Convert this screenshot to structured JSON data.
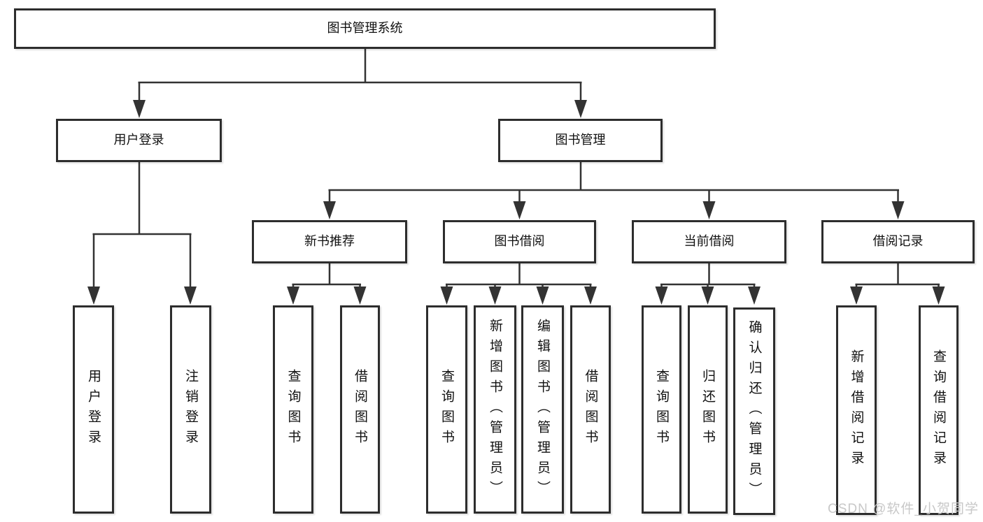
{
  "tree": {
    "root": {
      "label": "图书管理系统",
      "children": [
        {
          "label": "用户登录",
          "children": [
            {
              "label": "用户登录"
            },
            {
              "label": "注销登录"
            }
          ]
        },
        {
          "label": "图书管理",
          "children": [
            {
              "label": "新书推荐",
              "children": [
                {
                  "label": "查询图书"
                },
                {
                  "label": "借阅图书"
                }
              ]
            },
            {
              "label": "图书借阅",
              "children": [
                {
                  "label": "查询图书"
                },
                {
                  "label": "新增图书（管理员）"
                },
                {
                  "label": "编辑图书（管理员）"
                },
                {
                  "label": "借阅图书"
                }
              ]
            },
            {
              "label": "当前借阅",
              "children": [
                {
                  "label": "查询图书"
                },
                {
                  "label": "归还图书"
                },
                {
                  "label": "确认归还（管理员）"
                }
              ]
            },
            {
              "label": "借阅记录",
              "children": [
                {
                  "label": "新增借阅记录"
                },
                {
                  "label": "查询借阅记录"
                }
              ]
            }
          ]
        }
      ]
    }
  },
  "watermark": {
    "text": "CSDN @软件_小贺同学"
  },
  "colors": {
    "line": "#333333",
    "box_border": "#2d2d2d",
    "box_background": "#ffffff",
    "text": "#111111",
    "watermark": "#c8c8c8",
    "background": "#ffffff"
  }
}
